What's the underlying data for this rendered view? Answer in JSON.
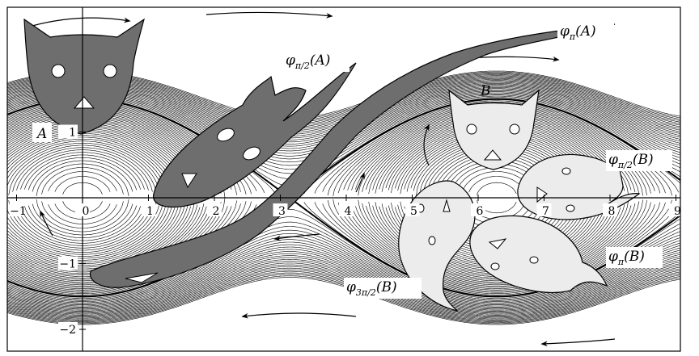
{
  "figure": {
    "x_ticks": [
      "−1",
      "0",
      "1",
      "2",
      "3",
      "4",
      "5",
      "6",
      "7",
      "8",
      "9"
    ],
    "y_ticks": [
      "1",
      "−1",
      "−2"
    ],
    "region_labels": {
      "A": "A",
      "B": "B"
    },
    "image_labels": {
      "phi_pi_2_A": {
        "base": "φ",
        "sub": "π/2",
        "arg": "(A)"
      },
      "phi_pi_A": {
        "base": "φ",
        "sub": "π",
        "arg": "(A)"
      },
      "phi_pi_2_B": {
        "base": "φ",
        "sub": "π/2",
        "arg": "(B)"
      },
      "phi_pi_B": {
        "base": "φ",
        "sub": "π",
        "arg": "(B)"
      },
      "phi_3pi_2_B": {
        "base": "φ",
        "sub": "3π/2",
        "arg": "(B)"
      }
    },
    "colors": {
      "dark_region": "#6e6e6e",
      "light_region": "#ececec",
      "streamline": "#000000",
      "background": "#ffffff"
    }
  }
}
